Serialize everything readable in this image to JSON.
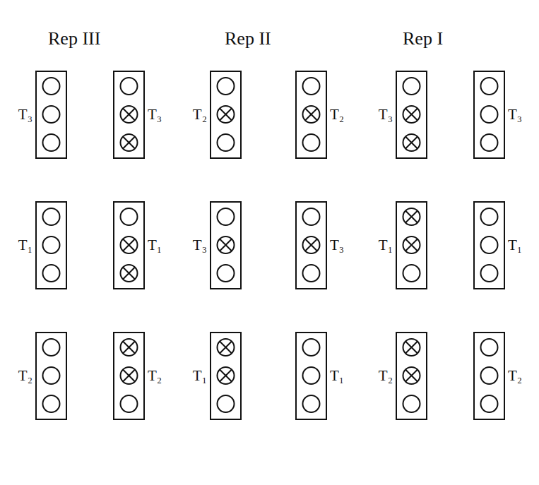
{
  "diagram": {
    "nodes": [
      {
        "text": [
          "T₃"
        ]
      },
      {
        "text": [
          "T₃"
        ]
      },
      {
        "text": [
          "T₂"
        ]
      },
      {
        "text": [
          "T₂"
        ]
      },
      {
        "text": [
          "T₃"
        ]
      },
      {
        "text": [
          "T₃"
        ]
      },
      {
        "text": [
          "T₁"
        ]
      },
      {
        "text": [
          "T₁"
        ]
      },
      {
        "text": [
          "T₃"
        ]
      },
      {
        "text": [
          "T₃"
        ]
      },
      {
        "text": [
          "T₁"
        ]
      },
      {
        "text": [
          "T₁"
        ]
      },
      {
        "text": [
          "T₂"
        ]
      },
      {
        "text": [
          "T₂"
        ]
      },
      {
        "text": [
          "T₁"
        ]
      },
      {
        "text": [
          "T₁"
        ]
      },
      {
        "text": [
          "T₂"
        ]
      },
      {
        "text": [
          "T₂"
        ]
      }
    ],
    "labels": [
      "Rep III",
      "Rep II",
      "Rep I"
    ]
  }
}
